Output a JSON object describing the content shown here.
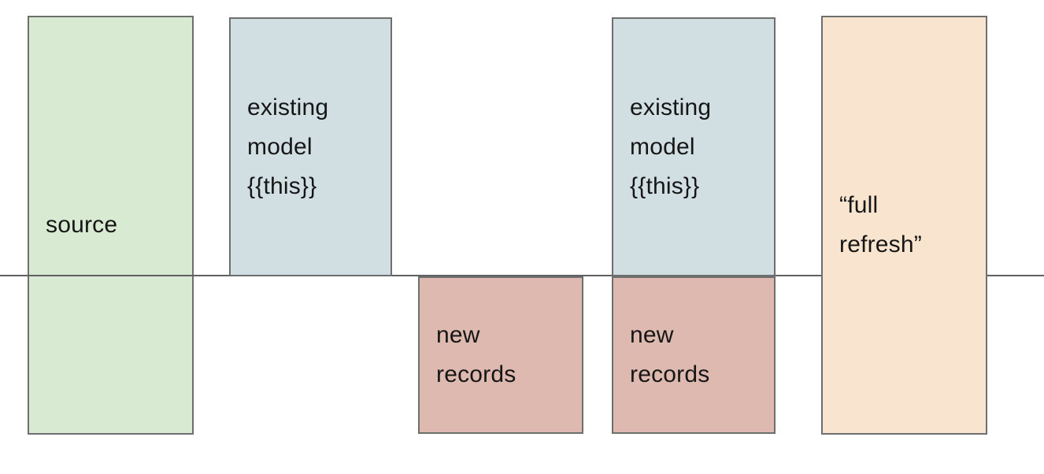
{
  "diagram": {
    "background": "#ffffff",
    "border_color": "#6e6e6e",
    "text_color": "#161616",
    "baseline_color": "#606060",
    "boxes": {
      "source": {
        "label": "source",
        "fill": "#d9ead3"
      },
      "existing_model_1": {
        "label": "existing\nmodel\n{{this}}",
        "fill": "#d1dfe3"
      },
      "new_records_1": {
        "label": "new\nrecords",
        "fill": "#ddb9af"
      },
      "existing_model_2": {
        "label": "existing\nmodel\n{{this}}",
        "fill": "#d1dfe3"
      },
      "new_records_2": {
        "label": "new\nrecords",
        "fill": "#ddb9af"
      },
      "full_refresh": {
        "label": "“full\nrefresh”",
        "fill": "#f9e5cf"
      }
    }
  }
}
